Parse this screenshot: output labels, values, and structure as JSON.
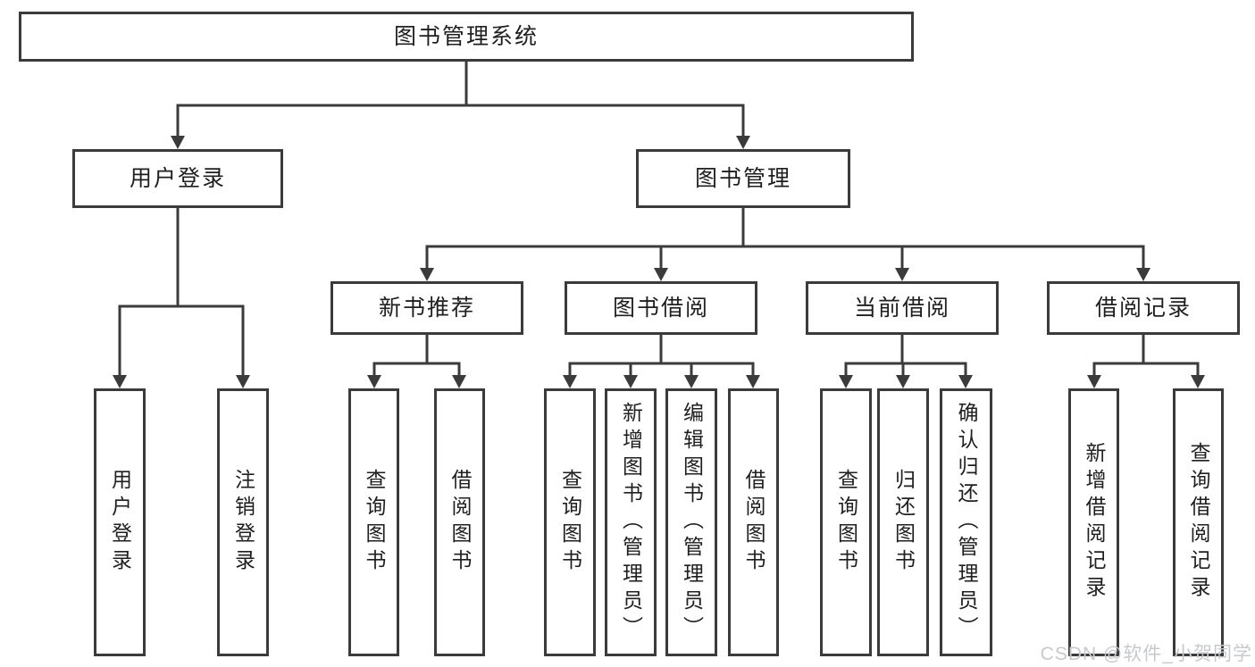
{
  "diagram": {
    "title": "图书管理系统",
    "root": {
      "label": "图书管理系统"
    },
    "level1": [
      {
        "id": "user-login",
        "label": "用户登录"
      },
      {
        "id": "book-management",
        "label": "图书管理"
      }
    ],
    "level2": [
      {
        "id": "new-book-recommend",
        "parent": "book-management",
        "label": "新书推荐"
      },
      {
        "id": "book-borrowing",
        "parent": "book-management",
        "label": "图书借阅"
      },
      {
        "id": "current-borrowing",
        "parent": "book-management",
        "label": "当前借阅"
      },
      {
        "id": "borrowing-records",
        "parent": "book-management",
        "label": "借阅记录"
      }
    ],
    "leaves": [
      {
        "group": "user-login",
        "label": "用户登录"
      },
      {
        "group": "user-login",
        "label": "注销登录"
      },
      {
        "group": "new-book-recommend",
        "label": "查询图书"
      },
      {
        "group": "new-book-recommend",
        "label": "借阅图书"
      },
      {
        "group": "book-borrowing",
        "label": "查询图书"
      },
      {
        "group": "book-borrowing",
        "label": "新增图书（管理员）"
      },
      {
        "group": "book-borrowing",
        "label": "编辑图书（管理员）"
      },
      {
        "group": "book-borrowing",
        "label": "借阅图书"
      },
      {
        "group": "current-borrowing",
        "label": "查询图书"
      },
      {
        "group": "current-borrowing",
        "label": "归还图书"
      },
      {
        "group": "current-borrowing",
        "label": "确认归还（管理员）"
      },
      {
        "group": "borrowing-records",
        "label": "新增借阅记录"
      },
      {
        "group": "borrowing-records",
        "label": "查询借阅记录"
      }
    ]
  },
  "watermark": {
    "text": "CSDN @软件_小贺同学"
  },
  "colors": {
    "line": "#3b3b3b",
    "box_border": "#3b3b3b",
    "text": "#1f1f1f",
    "background": "#ffffff",
    "watermark": "#c7c9cd"
  }
}
